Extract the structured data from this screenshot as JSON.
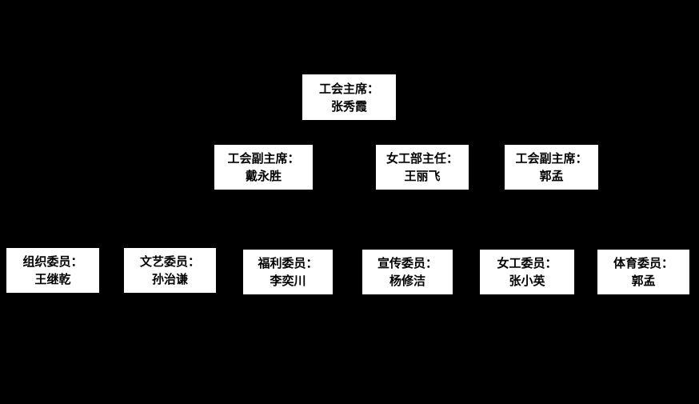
{
  "chart": {
    "type": "org-chart",
    "background_color": "#000000",
    "node_background_color": "#ffffff",
    "node_text_color": "#000000",
    "nodes": {
      "chairman": {
        "title": "工会主席：",
        "name": "张秀霞"
      },
      "vice_chairman_1": {
        "title": "工会副主席：",
        "name": "戴永胜"
      },
      "women_dept_director": {
        "title": "女工部主任：",
        "name": "王丽飞"
      },
      "vice_chairman_2": {
        "title": "工会副主席：",
        "name": "郭孟"
      },
      "org_member": {
        "title": "组织委员：",
        "name": "王继乾"
      },
      "arts_member": {
        "title": "文艺委员：",
        "name": "孙治谦"
      },
      "welfare_member": {
        "title": "福利委员：",
        "name": "李奕川"
      },
      "publicity_member": {
        "title": "宣传委员：",
        "name": "杨修洁"
      },
      "women_member": {
        "title": "女工委员：",
        "name": "张小英"
      },
      "sports_member": {
        "title": "体育委员：",
        "name": "郭孟"
      }
    }
  }
}
